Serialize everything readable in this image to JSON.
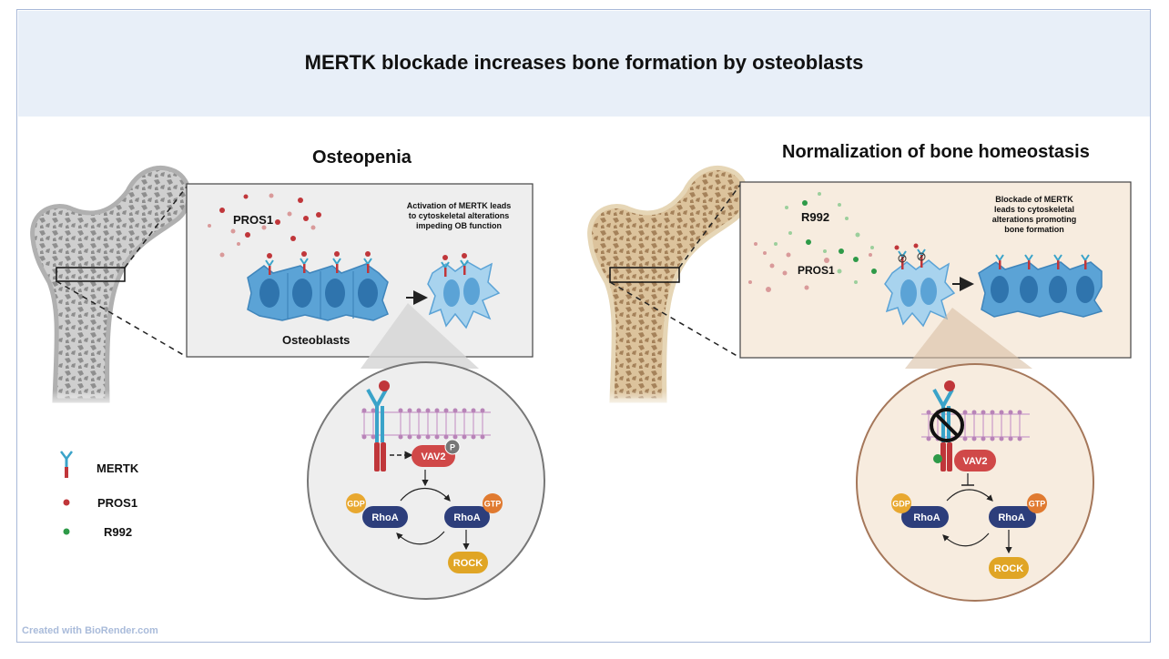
{
  "title": "MERTK blockade increases bone formation by osteoblasts",
  "left_panel": {
    "heading": "Osteopenia",
    "ligand_label": "PROS1",
    "cells_label": "Osteoblasts",
    "annotation": [
      "Activation of MERTK leads",
      "to cytoskeletal alterations",
      "impeding OB function"
    ],
    "pathway": {
      "vav": "VAV2",
      "phospho": "P",
      "gdp": "GDP",
      "gtp": "GTP",
      "rhoa_left": "RhoA",
      "rhoa_right": "RhoA",
      "rock": "ROCK"
    }
  },
  "right_panel": {
    "heading": "Normalization of bone homeostasis",
    "inhibitor_label": "R992",
    "ligand_label": "PROS1",
    "annotation": [
      "Blockade of MERTK",
      "leads to cytoskeletal",
      "alterations promoting",
      "bone formation"
    ],
    "pathway": {
      "vav": "VAV2",
      "gdp": "GDP",
      "gtp": "GTP",
      "rhoa_left": "RhoA",
      "rhoa_right": "RhoA",
      "rock": "ROCK"
    }
  },
  "legend": [
    {
      "label": "MERTK",
      "icon": "receptor-icon"
    },
    {
      "label": "PROS1",
      "icon": "red-dot-icon"
    },
    {
      "label": "R992",
      "icon": "green-dot-icon"
    }
  ],
  "credit": "Created with BioRender.com",
  "colors": {
    "banner": "#e8eff8",
    "ligand": "#c0363a",
    "inhibitor": "#2e9a48",
    "cell": "#5ba3d6",
    "rhoa": "#2d3e7b",
    "vav": "#d04848",
    "rock": "#e0a525"
  }
}
